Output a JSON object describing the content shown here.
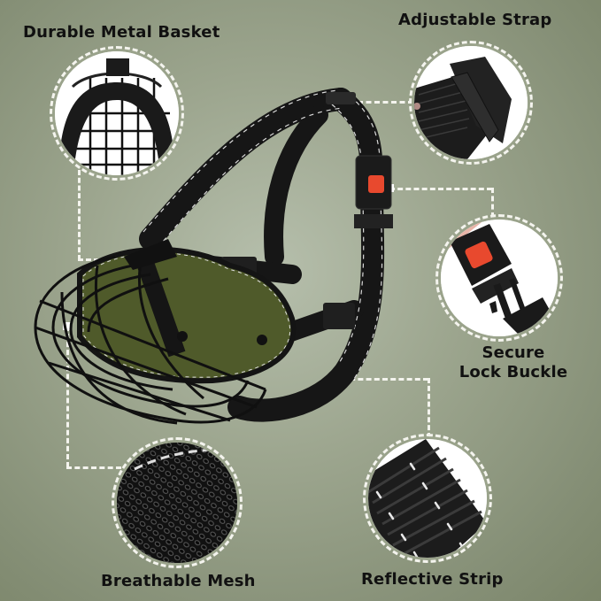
{
  "image": {
    "description": "Product infographic of a black wire basket dog muzzle with olive green padding and black reflective nylon straps",
    "background_color": "#9da68f",
    "accent_color": "#e8492e"
  },
  "features": [
    {
      "id": "basket",
      "label": "Durable Metal Basket",
      "icon": "wire-basket-closeup"
    },
    {
      "id": "strap",
      "label": "Adjustable Strap",
      "icon": "strap-slider-closeup"
    },
    {
      "id": "buckle",
      "label_line1": "Secure",
      "label_line2": "Lock Buckle",
      "icon": "buckle-closeup"
    },
    {
      "id": "mesh",
      "label": "Breathable Mesh",
      "icon": "mesh-fabric-closeup"
    },
    {
      "id": "reflective",
      "label": "Reflective Strip",
      "icon": "reflective-webbing-closeup"
    }
  ]
}
